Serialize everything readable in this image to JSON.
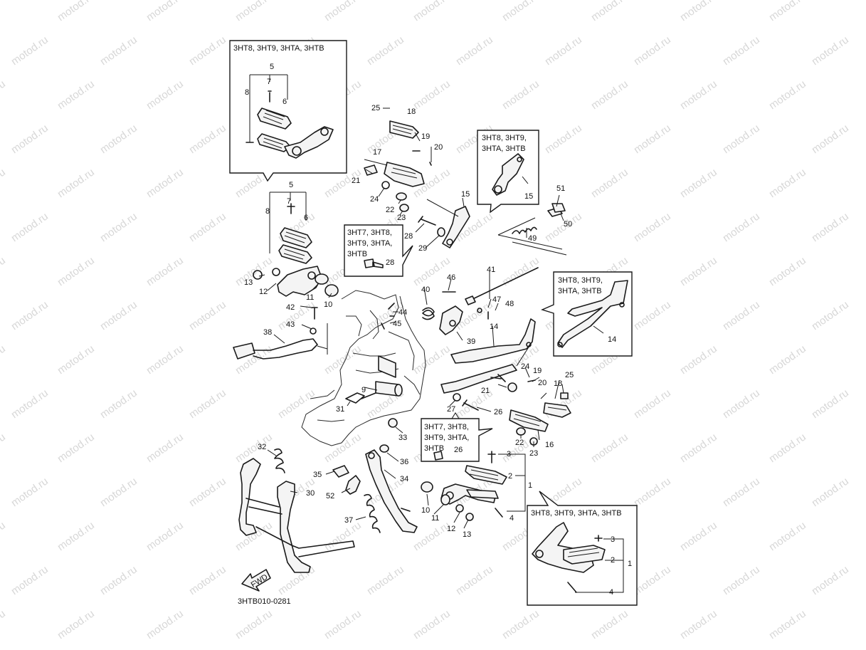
{
  "watermark": "motod.ru",
  "drawing_code": "3HTB010-0281",
  "fwd_label": "FWD",
  "callouts": [
    {
      "id": "c5a",
      "text": "5"
    },
    {
      "id": "c7a",
      "text": "7"
    },
    {
      "id": "c8a",
      "text": "8"
    },
    {
      "id": "c6a",
      "text": "6"
    },
    {
      "id": "c5b",
      "text": "5"
    },
    {
      "id": "c7b",
      "text": "7"
    },
    {
      "id": "c8b",
      "text": "8"
    },
    {
      "id": "c6b",
      "text": "6"
    },
    {
      "id": "c13a",
      "text": "13"
    },
    {
      "id": "c12a",
      "text": "12"
    },
    {
      "id": "c11a",
      "text": "11"
    },
    {
      "id": "c10a",
      "text": "10"
    },
    {
      "id": "c42",
      "text": "42"
    },
    {
      "id": "c43",
      "text": "43"
    },
    {
      "id": "c38",
      "text": "38"
    },
    {
      "id": "c25a",
      "text": "25"
    },
    {
      "id": "c18a",
      "text": "18"
    },
    {
      "id": "c19a",
      "text": "19"
    },
    {
      "id": "c20a",
      "text": "20"
    },
    {
      "id": "c17",
      "text": "17"
    },
    {
      "id": "c21a",
      "text": "21"
    },
    {
      "id": "c24a",
      "text": "24"
    },
    {
      "id": "c22a",
      "text": "22"
    },
    {
      "id": "c23a",
      "text": "23"
    },
    {
      "id": "c15a",
      "text": "15"
    },
    {
      "id": "c15b",
      "text": "15"
    },
    {
      "id": "c28a",
      "text": "28"
    },
    {
      "id": "c29",
      "text": "29"
    },
    {
      "id": "c28b",
      "text": "28"
    },
    {
      "id": "c51",
      "text": "51"
    },
    {
      "id": "c50",
      "text": "50"
    },
    {
      "id": "c49",
      "text": "49"
    },
    {
      "id": "c41",
      "text": "41"
    },
    {
      "id": "c46",
      "text": "46"
    },
    {
      "id": "c47",
      "text": "47"
    },
    {
      "id": "c48",
      "text": "48"
    },
    {
      "id": "c40",
      "text": "40"
    },
    {
      "id": "c44",
      "text": "44"
    },
    {
      "id": "c45",
      "text": "45"
    },
    {
      "id": "c39",
      "text": "39"
    },
    {
      "id": "c14a",
      "text": "14"
    },
    {
      "id": "c14b",
      "text": "14"
    },
    {
      "id": "c9",
      "text": "9"
    },
    {
      "id": "c31",
      "text": "31"
    },
    {
      "id": "c27",
      "text": "27"
    },
    {
      "id": "c26a",
      "text": "26"
    },
    {
      "id": "c26b",
      "text": "26"
    },
    {
      "id": "c33",
      "text": "33"
    },
    {
      "id": "c21b",
      "text": "21"
    },
    {
      "id": "c24b",
      "text": "24"
    },
    {
      "id": "c19b",
      "text": "19"
    },
    {
      "id": "c20b",
      "text": "20"
    },
    {
      "id": "c25b",
      "text": "25"
    },
    {
      "id": "c18b",
      "text": "18"
    },
    {
      "id": "c16",
      "text": "16"
    },
    {
      "id": "c22b",
      "text": "22"
    },
    {
      "id": "c23b",
      "text": "23"
    },
    {
      "id": "c3a",
      "text": "3"
    },
    {
      "id": "c2a",
      "text": "2"
    },
    {
      "id": "c1a",
      "text": "1"
    },
    {
      "id": "c4a",
      "text": "4"
    },
    {
      "id": "c10b",
      "text": "10"
    },
    {
      "id": "c11b",
      "text": "11"
    },
    {
      "id": "c12b",
      "text": "12"
    },
    {
      "id": "c13b",
      "text": "13"
    },
    {
      "id": "c32",
      "text": "32"
    },
    {
      "id": "c36",
      "text": "36"
    },
    {
      "id": "c35",
      "text": "35"
    },
    {
      "id": "c34",
      "text": "34"
    },
    {
      "id": "c52",
      "text": "52"
    },
    {
      "id": "c30",
      "text": "30"
    },
    {
      "id": "c37",
      "text": "37"
    },
    {
      "id": "c3b",
      "text": "3"
    },
    {
      "id": "c2b",
      "text": "2"
    },
    {
      "id": "c1b",
      "text": "1"
    },
    {
      "id": "c4b",
      "text": "4"
    }
  ],
  "boxes": {
    "top_left": [
      "3HT8, 3HT9, 3HTA, 3HTB"
    ],
    "upper_middle": [
      "3HT8, 3HT9,",
      "3HTA, 3HTB"
    ],
    "mid_left": [
      "3HT7, 3HT8,",
      "3HT9, 3HTA,",
      "3HTB"
    ],
    "right": [
      "3HT8, 3HT9,",
      "3HTA, 3HTB"
    ],
    "lower_middle": [
      "3HT7, 3HT8,",
      "3HT9, 3HTA,",
      "3HTB"
    ],
    "bottom_right": [
      "3HT8, 3HT9, 3HTA, 3HTB"
    ]
  }
}
